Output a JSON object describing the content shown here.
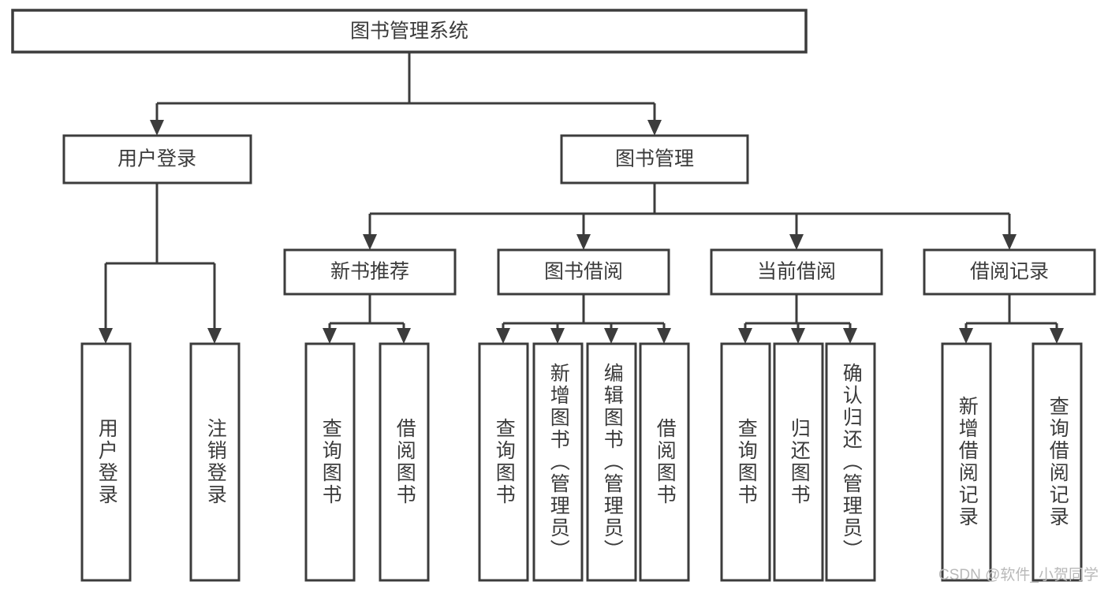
{
  "diagram": {
    "type": "tree",
    "title": "图书管理系统",
    "orientation": "top-down",
    "colors": {
      "box_stroke": "#3c3c3c",
      "box_fill": "#ffffff",
      "label_text": "#3b3b3b",
      "edge": "#3c3c3c",
      "watermark": "#b9b9b9",
      "background": "#ffffff"
    },
    "root": {
      "id": "root",
      "label": "图书管理系统",
      "level": 0,
      "orientation": "horizontal"
    },
    "level2": [
      {
        "id": "user-login",
        "label": "用户登录",
        "level": 1,
        "orientation": "horizontal"
      },
      {
        "id": "book-manage",
        "label": "图书管理",
        "level": 1,
        "orientation": "horizontal"
      }
    ],
    "level3": [
      {
        "id": "new-book-recommend",
        "label": "新书推荐",
        "level": 2,
        "orientation": "horizontal",
        "parent": "book-manage"
      },
      {
        "id": "book-borrow",
        "label": "图书借阅",
        "level": 2,
        "orientation": "horizontal",
        "parent": "book-manage"
      },
      {
        "id": "current-borrow",
        "label": "当前借阅",
        "level": 2,
        "orientation": "horizontal",
        "parent": "book-manage"
      },
      {
        "id": "borrow-record",
        "label": "借阅记录",
        "level": 2,
        "orientation": "horizontal",
        "parent": "book-manage"
      }
    ],
    "leaves": [
      {
        "id": "leaf-user-login",
        "label": "用户登录",
        "parent": "user-login",
        "orientation": "vertical"
      },
      {
        "id": "leaf-user-logout",
        "label": "注销登录",
        "parent": "user-login",
        "orientation": "vertical"
      },
      {
        "id": "leaf-query-book-1",
        "label": "查询图书",
        "parent": "new-book-recommend",
        "orientation": "vertical"
      },
      {
        "id": "leaf-borrow-book-1",
        "label": "借阅图书",
        "parent": "new-book-recommend",
        "orientation": "vertical"
      },
      {
        "id": "leaf-query-book-2",
        "label": "查询图书",
        "parent": "book-borrow",
        "orientation": "vertical"
      },
      {
        "id": "leaf-add-book",
        "label": "新增图书（管理员）",
        "parent": "book-borrow",
        "orientation": "vertical"
      },
      {
        "id": "leaf-edit-book",
        "label": "编辑图书（管理员）",
        "parent": "book-borrow",
        "orientation": "vertical"
      },
      {
        "id": "leaf-borrow-book-2",
        "label": "借阅图书",
        "parent": "book-borrow",
        "orientation": "vertical"
      },
      {
        "id": "leaf-query-book-3",
        "label": "查询图书",
        "parent": "current-borrow",
        "orientation": "vertical"
      },
      {
        "id": "leaf-return-book",
        "label": "归还图书",
        "parent": "current-borrow",
        "orientation": "vertical"
      },
      {
        "id": "leaf-confirm-return",
        "label": "确认归还（管理员）",
        "parent": "current-borrow",
        "orientation": "vertical"
      },
      {
        "id": "leaf-add-record",
        "label": "新增借阅记录",
        "parent": "borrow-record",
        "orientation": "vertical"
      },
      {
        "id": "leaf-query-record",
        "label": "查询借阅记录",
        "parent": "borrow-record",
        "orientation": "vertical"
      }
    ],
    "watermark": "CSDN @软件_小贺同学"
  }
}
